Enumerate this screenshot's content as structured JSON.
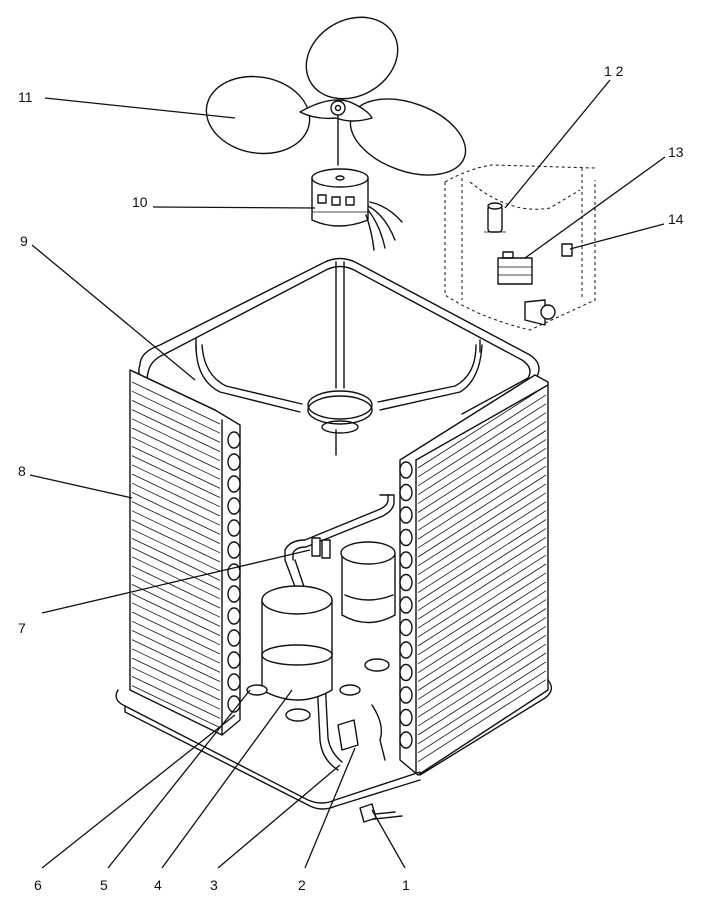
{
  "diagram": {
    "callouts": [
      {
        "id": "1",
        "text": "1"
      },
      {
        "id": "2",
        "text": "2"
      },
      {
        "id": "3",
        "text": "3"
      },
      {
        "id": "4",
        "text": "4"
      },
      {
        "id": "5",
        "text": "5"
      },
      {
        "id": "6",
        "text": "6"
      },
      {
        "id": "7",
        "text": "7"
      },
      {
        "id": "8",
        "text": "8"
      },
      {
        "id": "9",
        "text": "9"
      },
      {
        "id": "10",
        "text": "10"
      },
      {
        "id": "11",
        "text": "11"
      },
      {
        "id": "12",
        "text": "1 2"
      },
      {
        "id": "13",
        "text": "13"
      },
      {
        "id": "14",
        "text": "14"
      }
    ]
  }
}
